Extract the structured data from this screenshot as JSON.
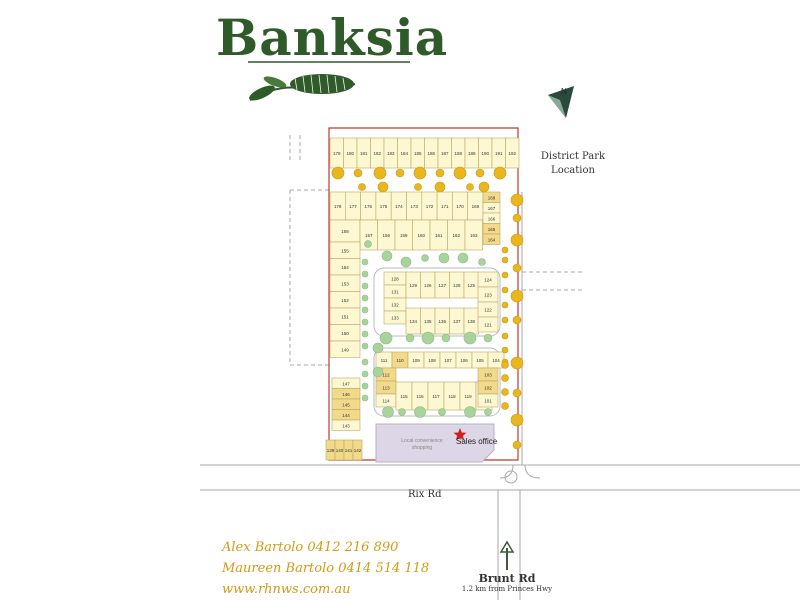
{
  "header": {
    "title": "Banksia"
  },
  "labels": {
    "district_park_line1": "District Park",
    "district_park_line2": "Location",
    "rix_rd": "Rix Rd",
    "brunt_rd": "Brunt Rd",
    "brunt_rd_sub": "1.2 km from Princes Hwy",
    "sales_office": "Sales office",
    "shopping_line1": "Local convenience",
    "shopping_line2": "shopping",
    "north": "N"
  },
  "contacts": [
    "Alex Bartolo 0412 216 890",
    "Maureen Bartolo 0414 514 118",
    "www.rhnws.com.au"
  ],
  "lots": {
    "top_row": [
      "179",
      "180",
      "181",
      "182",
      "183",
      "184",
      "185",
      "186",
      "187",
      "188",
      "189",
      "190",
      "191",
      "192"
    ],
    "north_block_upper": [
      "178",
      "177",
      "176",
      "175",
      "174",
      "173",
      "172",
      "171",
      "170",
      "169"
    ],
    "north_block_right": [
      "168",
      "167",
      "166",
      "165",
      "164"
    ],
    "north_block_lower": [
      "158",
      "157",
      "156",
      "159",
      "160",
      "161",
      "162",
      "163"
    ],
    "west_column": [
      "155",
      "154",
      "153",
      "152",
      "151",
      "150",
      "149"
    ],
    "centre_west": [
      "128",
      "131",
      "132",
      "133"
    ],
    "centre_top": [
      "129",
      "126",
      "127",
      "128",
      "125"
    ],
    "centre_bottom": [
      "134",
      "135",
      "136",
      "137",
      "138"
    ],
    "centre_right": [
      "124",
      "123",
      "122",
      "121"
    ],
    "south_top": [
      "111",
      "110",
      "109",
      "108",
      "107",
      "106",
      "105",
      "104"
    ],
    "south_left": [
      "112",
      "113",
      "114"
    ],
    "south_bottom": [
      "115",
      "116",
      "117",
      "118",
      "119",
      "120"
    ],
    "south_right": [
      "103",
      "102",
      "101"
    ],
    "sw_column": [
      "147",
      "146",
      "145",
      "144",
      "143"
    ],
    "sw_bottom": [
      "139",
      "140",
      "141",
      "142"
    ]
  },
  "colors": {
    "title": "#2f5a2a",
    "contact": "#d39a14",
    "lot_fill": "#fdf8d2",
    "lot_highlight": "#f3d98a",
    "lot_border": "#b8aa6a",
    "boundary": "#c0392b",
    "tree_yellow": "#e9b61c",
    "tree_green": "#a8d49c",
    "shopping": "#dcd6e6",
    "sales_star": "#d21f1f"
  }
}
